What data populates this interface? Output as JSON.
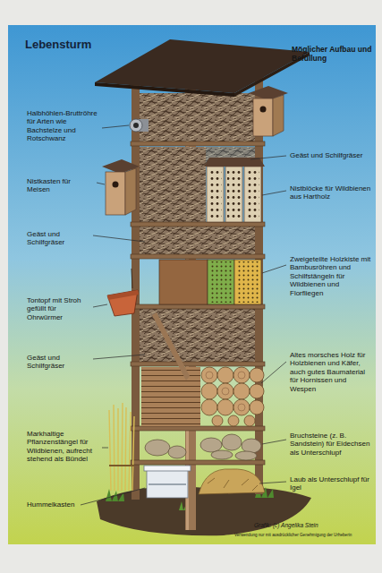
{
  "diagram": {
    "title": "Lebensturm",
    "labels": [
      "Möglicher Aufbau und Befüllung",
      "Halbhöhlen-Bruttröhre für Arten wie Bachstelze und Rotschwanz",
      "Geäst und Schilfgräser",
      "Nistkasten für Meisen",
      "Nistblöcke für Wildbienen aus Hartholz",
      "Geäst und Schilfgräser",
      "Zweigeteilte Holzkiste mit Bambusröhren und Schilfstängeln für Wildbienen und Florfliegen",
      "Tontopf mit Stroh gefüllt für Ohrwürmer",
      "Geäst und Schilfgräser",
      "Altes morsches Holz für Holzbienen und Käfer, auch gutes Baumaterial für Hornissen und Wespen",
      "Markhaltige Pflanzenstängel für Wildbienen, aufrecht stehend als Bündel",
      "Bruchsteine (z. B. Sandstein) für Eidechsen als Unterschlupf",
      "Laub als Unterschlupf für Igel",
      "Hummelkasten",
      "Grafik: (c) Angelika Stein",
      "Verwendung nur mit ausdrücklicher Genehmigung der Urheberin"
    ]
  }
}
